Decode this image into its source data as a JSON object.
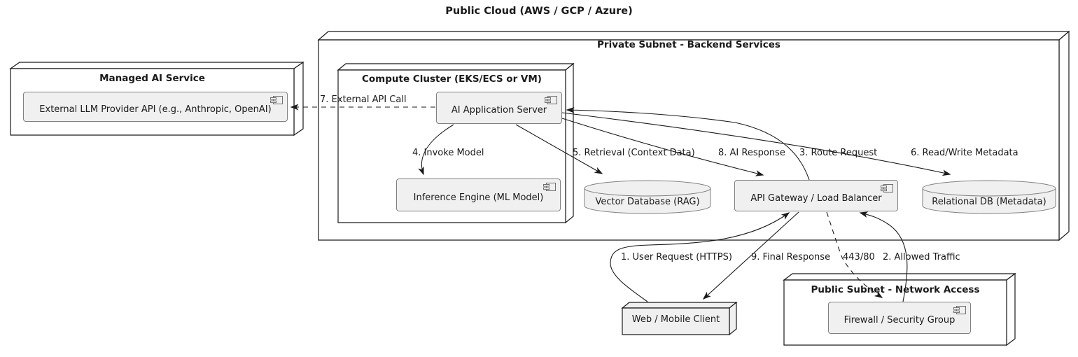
{
  "title": "Public Cloud (AWS / GCP / Azure)",
  "containers": {
    "managed_ai_service": {
      "title": "Managed AI Service"
    },
    "private_subnet": {
      "title": "Private Subnet - Backend Services"
    },
    "compute_cluster": {
      "title": "Compute Cluster (EKS/ECS or VM)"
    },
    "public_subnet": {
      "title": "Public Subnet - Network Access"
    }
  },
  "components": {
    "llm_api": {
      "label": "External LLM Provider API (e.g., Anthropic, OpenAI)",
      "container": "managed_ai_service"
    },
    "ai_app_server": {
      "label": "AI Application Server",
      "container": "compute_cluster"
    },
    "inference_engine": {
      "label": "Inference Engine (ML Model)",
      "container": "compute_cluster"
    },
    "api_gateway": {
      "label": "API Gateway / Load Balancer",
      "container": "private_subnet"
    },
    "firewall": {
      "label": "Firewall / Security Group",
      "container": "public_subnet"
    }
  },
  "databases": {
    "vector_db": {
      "label": "Vector Database (RAG)",
      "container": "private_subnet"
    },
    "relational_db": {
      "label": "Relational DB (Metadata)",
      "container": "private_subnet"
    }
  },
  "actors": {
    "web_client": {
      "label": "Web / Mobile Client"
    }
  },
  "edges": [
    {
      "id": "user_request",
      "label": "1. User Request (HTTPS)",
      "from": "web_client",
      "to": "api_gateway",
      "line": "solid"
    },
    {
      "id": "allowed_traffic",
      "label": "2. Allowed Traffic",
      "from": "firewall",
      "to": "api_gateway",
      "line": "solid"
    },
    {
      "id": "route_request",
      "label": "3. Route Request",
      "from": "api_gateway",
      "to": "ai_app_server",
      "line": "solid"
    },
    {
      "id": "invoke_model",
      "label": "4. Invoke Model",
      "from": "ai_app_server",
      "to": "inference_engine",
      "line": "solid"
    },
    {
      "id": "retrieval",
      "label": "5. Retrieval (Context Data)",
      "from": "ai_app_server",
      "to": "vector_db",
      "line": "solid"
    },
    {
      "id": "read_write_metadata",
      "label": "6. Read/Write Metadata",
      "from": "ai_app_server",
      "to": "relational_db",
      "line": "solid"
    },
    {
      "id": "external_api_call",
      "label": "7. External API Call",
      "from": "ai_app_server",
      "to": "llm_api",
      "line": "dashed"
    },
    {
      "id": "ai_response",
      "label": "8. AI Response",
      "from": "ai_app_server",
      "to": "api_gateway",
      "line": "solid"
    },
    {
      "id": "final_response",
      "label": "9. Final Response",
      "from": "api_gateway",
      "to": "web_client",
      "line": "solid"
    },
    {
      "id": "port_traffic",
      "label": "443/80",
      "from": "api_gateway",
      "to": "firewall",
      "line": "dashed"
    }
  ],
  "colors": {
    "background": "#ffffff",
    "node_border": "#1a1a1a",
    "node_fill": "#ffffff",
    "client_node_fill": "#f0f0f0",
    "component_fill": "#f0f0f0",
    "component_border": "#808080",
    "edge": "#1a1a1a",
    "text": "#1a1a1a"
  }
}
